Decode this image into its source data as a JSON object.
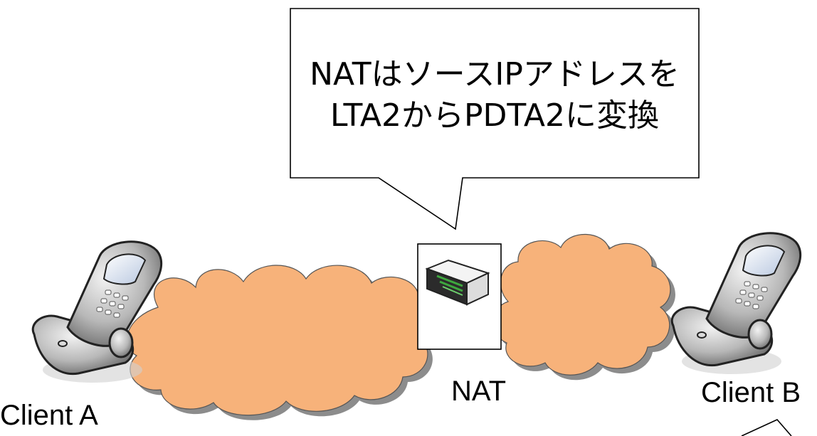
{
  "callout": {
    "line1": "NATはソースIPアドレスを",
    "line2": "LTA2からPDTA2に変換"
  },
  "labels": {
    "nat": "NAT",
    "client_a": "Client A",
    "client_b": "Client B"
  },
  "colors": {
    "cloud_fill": "#f7b27a",
    "cloud_shadow": "#8c8c8c",
    "phone_body": "#bdbdbd",
    "phone_screen": "#dfe8f5",
    "router_led": "#3ea83e"
  },
  "icons": {
    "client_a": "mobile-phone-icon",
    "client_b": "mobile-phone-icon",
    "nat": "router-icon"
  }
}
